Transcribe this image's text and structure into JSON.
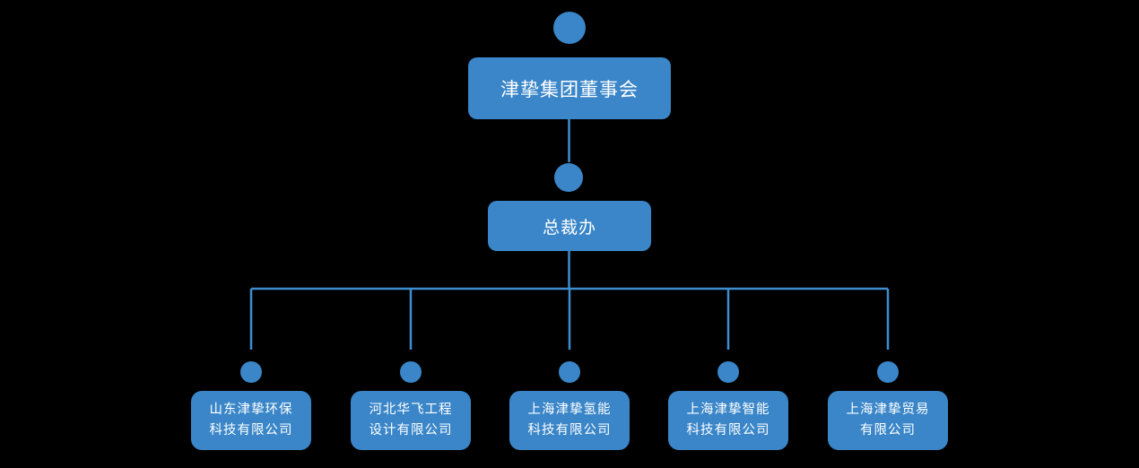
{
  "colors": {
    "background": "#000000",
    "node_fill": "#3a86c8",
    "connector": "#3f8cce",
    "text": "#ffffff"
  },
  "chart": {
    "type": "org-chart",
    "root": {
      "label": "津挚集团董事会"
    },
    "office": {
      "label": "总裁办"
    },
    "subsidiaries": [
      {
        "line1": "山东津挚环保",
        "line2": "科技有限公司"
      },
      {
        "line1": "河北华飞工程",
        "line2": "设计有限公司"
      },
      {
        "line1": "上海津挚氢能",
        "line2": "科技有限公司"
      },
      {
        "line1": "上海津挚智能",
        "line2": "科技有限公司"
      },
      {
        "line1": "上海津挚贸易",
        "line2": "有限公司"
      }
    ]
  }
}
